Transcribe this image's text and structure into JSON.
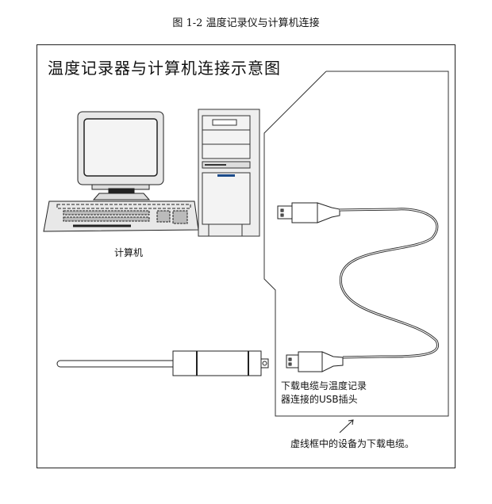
{
  "caption": "图 1-2  温度记录仪与计算机连接",
  "diagram": {
    "title": "温度记录器与计算机连接示意图",
    "computer_label": "计算机",
    "usb_label_line1": "下载电缆与温度记录",
    "usb_label_line2": "器连接的USB插头",
    "note": "虚线框中的设备为下载电缆。"
  }
}
